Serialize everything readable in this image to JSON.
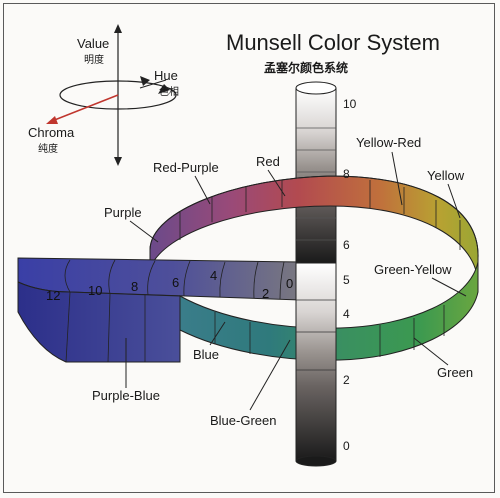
{
  "title": "Munsell Color System",
  "subtitle_cn": "孟塞尔颜色系统",
  "axes": {
    "value": {
      "label": "Value",
      "cn": "明度"
    },
    "hue": {
      "label": "Hue",
      "cn": "色相"
    },
    "chroma": {
      "label": "Chroma",
      "cn": "纯度"
    }
  },
  "value_scale": [
    "0",
    "2",
    "4",
    "5",
    "6",
    "8",
    "10"
  ],
  "chroma_scale": [
    "12",
    "10",
    "8",
    "6",
    "4",
    "2",
    "0"
  ],
  "hues": {
    "red_purple": "Red-Purple",
    "red": "Red",
    "yellow_red": "Yellow-Red",
    "yellow": "Yellow",
    "purple": "Purple",
    "green_yellow": "Green-Yellow",
    "green": "Green",
    "purple_blue": "Purple-Blue",
    "blue": "Blue",
    "blue_green": "Blue-Green"
  },
  "colors": {
    "purple_blue_top": "#4a4fa8",
    "blue": "#2f6f8c",
    "green": "#3d9a5a",
    "yellow": "#b8a832",
    "yellow_red": "#c07840",
    "red": "#b04a55",
    "red_purple": "#964a7a",
    "purple": "#6a4a8c"
  }
}
